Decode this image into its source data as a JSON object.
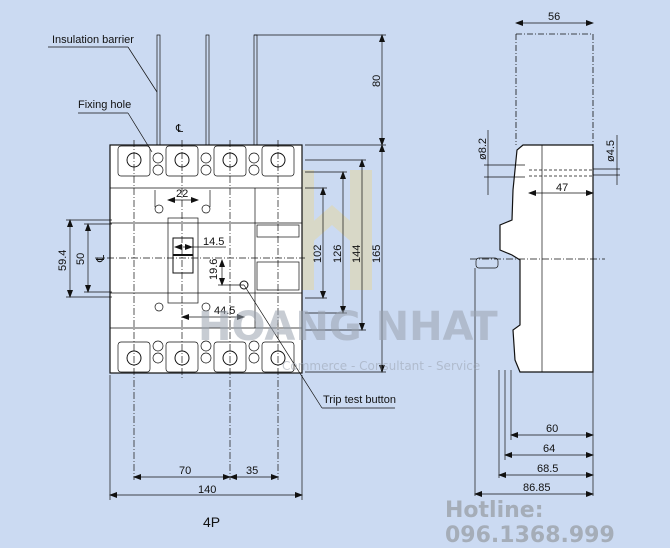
{
  "title": "4P",
  "callouts": {
    "insulation_barrier": "Insulation barrier",
    "fixing_hole": "Fixing hole",
    "trip_test_button": "Trip test button"
  },
  "front_view": {
    "dims": {
      "top_clearance": "80",
      "height_165": "165",
      "height_144": "144",
      "height_126": "126",
      "height_102": "102",
      "width_22": "22",
      "width_14_5": "14.5",
      "height_19_6": "19.6",
      "width_44_5": "44.5",
      "height_59_4": "59.4",
      "height_50": "50",
      "pitch_70": "70",
      "pitch_35": "35",
      "total_width_140": "140"
    },
    "centerline_symbol": "℄"
  },
  "side_view": {
    "dims": {
      "top_56": "56",
      "dia_8_2": "ø8.2",
      "dia_4_5": "ø4.5",
      "depth_47": "47",
      "depth_60": "60",
      "depth_64": "64",
      "depth_68_5": "68.5",
      "depth_86_85": "86.85"
    }
  },
  "watermark": {
    "brand": "HOANG NHAT",
    "tagline": "Commerce - Consultant - Service",
    "hotline": "Hotline: 096.1368.999"
  }
}
